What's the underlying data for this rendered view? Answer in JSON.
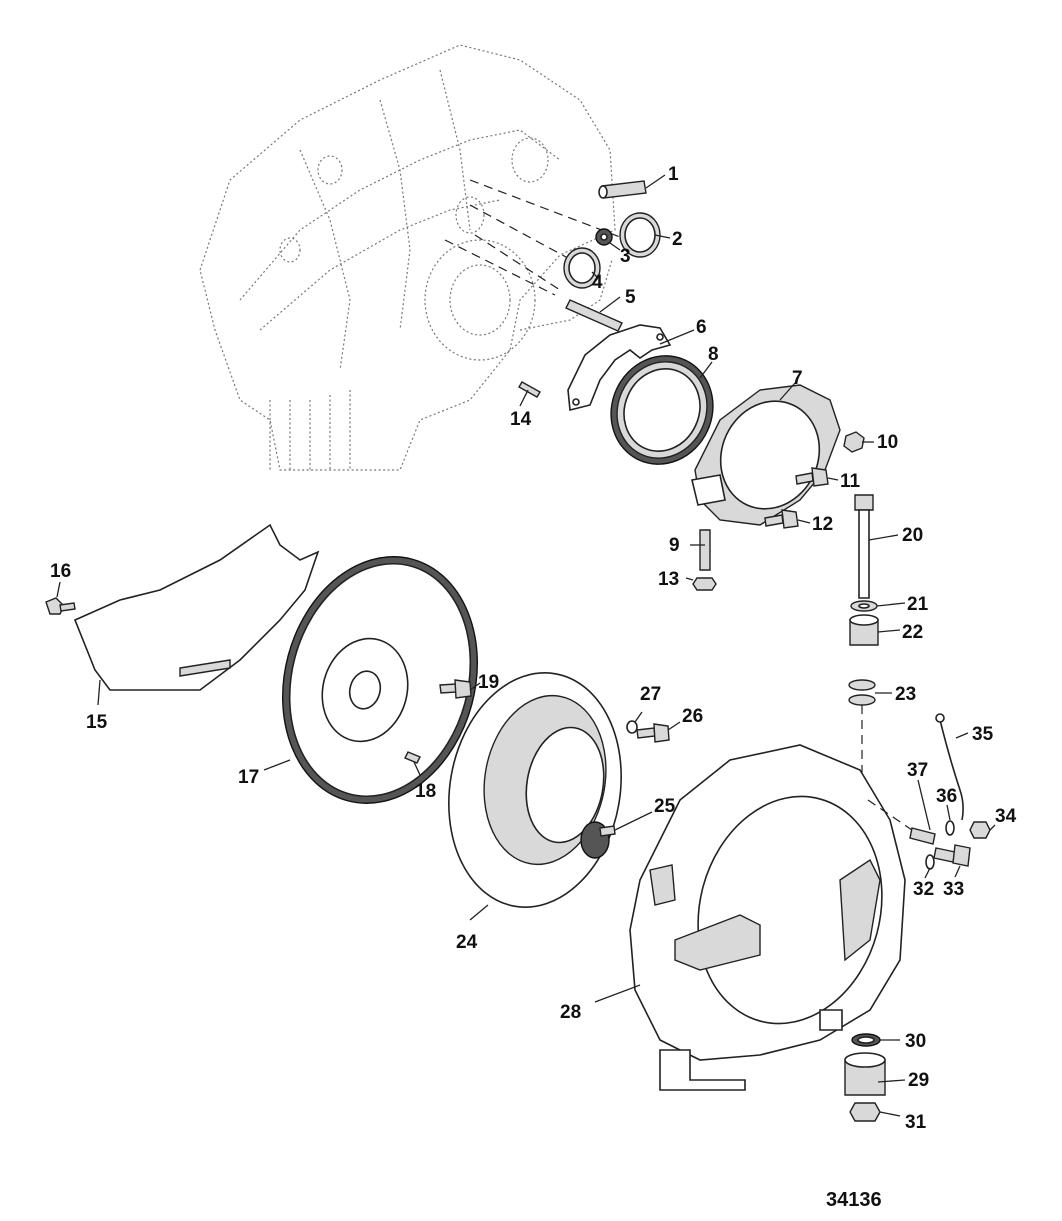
{
  "callouts": [
    {
      "id": "1",
      "label": "1"
    },
    {
      "id": "2",
      "label": "2"
    },
    {
      "id": "3",
      "label": "3"
    },
    {
      "id": "4",
      "label": "4"
    },
    {
      "id": "5",
      "label": "5"
    },
    {
      "id": "6",
      "label": "6"
    },
    {
      "id": "7",
      "label": "7"
    },
    {
      "id": "8",
      "label": "8"
    },
    {
      "id": "9",
      "label": "9"
    },
    {
      "id": "10",
      "label": "10"
    },
    {
      "id": "11",
      "label": "11"
    },
    {
      "id": "12",
      "label": "12"
    },
    {
      "id": "13",
      "label": "13"
    },
    {
      "id": "14",
      "label": "14"
    },
    {
      "id": "15",
      "label": "15"
    },
    {
      "id": "16",
      "label": "16"
    },
    {
      "id": "17",
      "label": "17"
    },
    {
      "id": "18",
      "label": "18"
    },
    {
      "id": "19",
      "label": "19"
    },
    {
      "id": "20",
      "label": "20"
    },
    {
      "id": "21",
      "label": "21"
    },
    {
      "id": "22",
      "label": "22"
    },
    {
      "id": "23",
      "label": "23"
    },
    {
      "id": "24",
      "label": "24"
    },
    {
      "id": "25",
      "label": "25"
    },
    {
      "id": "26",
      "label": "26"
    },
    {
      "id": "27",
      "label": "27"
    },
    {
      "id": "28",
      "label": "28"
    },
    {
      "id": "29",
      "label": "29"
    },
    {
      "id": "30",
      "label": "30"
    },
    {
      "id": "31",
      "label": "31"
    },
    {
      "id": "32",
      "label": "32"
    },
    {
      "id": "33",
      "label": "33"
    },
    {
      "id": "34",
      "label": "34"
    },
    {
      "id": "35",
      "label": "35"
    },
    {
      "id": "36",
      "label": "36"
    },
    {
      "id": "37",
      "label": "37"
    }
  ],
  "figure_id": "34136"
}
